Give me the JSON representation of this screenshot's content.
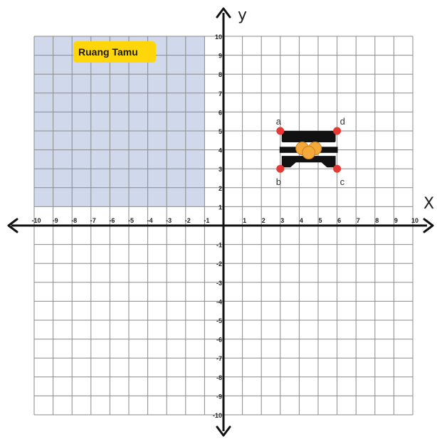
{
  "chart_data": {
    "type": "scatter",
    "x_range": [
      -10,
      10
    ],
    "y_range": [
      -10,
      10
    ],
    "grid": true,
    "xlabel": "X",
    "ylabel": "y",
    "x_ticks": [
      "-10",
      "-9",
      "-8",
      "-7",
      "-6",
      "-5",
      "-4",
      "-3",
      "-2",
      "-1",
      "1",
      "2",
      "3",
      "4",
      "5",
      "6",
      "7",
      "8",
      "9",
      "10"
    ],
    "y_ticks": [
      "10",
      "9",
      "8",
      "7",
      "6",
      "5",
      "4",
      "3",
      "2",
      "1",
      "-1",
      "-2",
      "-3",
      "-4",
      "-5",
      "-6",
      "-7",
      "-8",
      "-9",
      "-10"
    ],
    "region": {
      "label": "Ruang Tamu",
      "x": [
        -10,
        -1
      ],
      "y": [
        1,
        10
      ],
      "color": "#cfd9eb",
      "label_color": "#ffd60a"
    },
    "points": [
      {
        "label": "a",
        "x": 3,
        "y": 5
      },
      {
        "label": "b",
        "x": 3,
        "y": 3
      },
      {
        "label": "c",
        "x": 6,
        "y": 3
      },
      {
        "label": "d",
        "x": 6,
        "y": 5
      }
    ],
    "point_color": "#e53935",
    "object": {
      "icon": "sofa-icon",
      "x": [
        3,
        6
      ],
      "y": [
        3,
        5
      ],
      "color": "#111111",
      "accent_color": "#f4a93b"
    }
  }
}
